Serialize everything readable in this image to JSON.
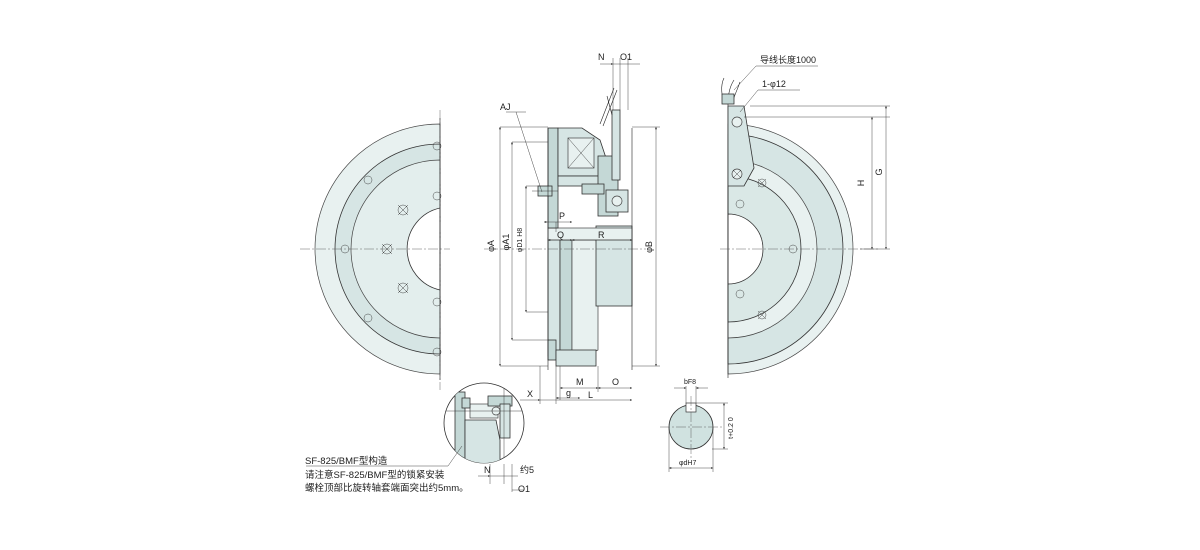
{
  "labels": {
    "N": "N",
    "O1": "O1",
    "lead_length": "导线长度1000",
    "mount_hole": "1-φ12",
    "AJ": "AJ",
    "H": "H",
    "G": "G",
    "phiA": "φA",
    "phiA1": "φA1",
    "phiD1H8": "φD1 H8",
    "phiB": "φB",
    "P": "P",
    "Q": "Q",
    "R": "R",
    "X": "X",
    "M": "M",
    "O": "O",
    "g": "g",
    "L": "L",
    "bF8": "bF8",
    "t02": "t+0.2 0",
    "phidH7": "φdH7",
    "detail_N": "N",
    "approx5": "约5",
    "detail_O1": "O1"
  },
  "note": {
    "title": "SF-825/BMF型构造",
    "line1": "请注意SF-825/BMF型的锁紧安装",
    "line2": "螺栓顶部比旋转轴套端面突出约5mm。"
  },
  "colors": {
    "fill_light": "#e8f1f0",
    "fill_mid": "#d6e5e4",
    "fill_dark": "#c4d8d6",
    "line": "#222222"
  }
}
